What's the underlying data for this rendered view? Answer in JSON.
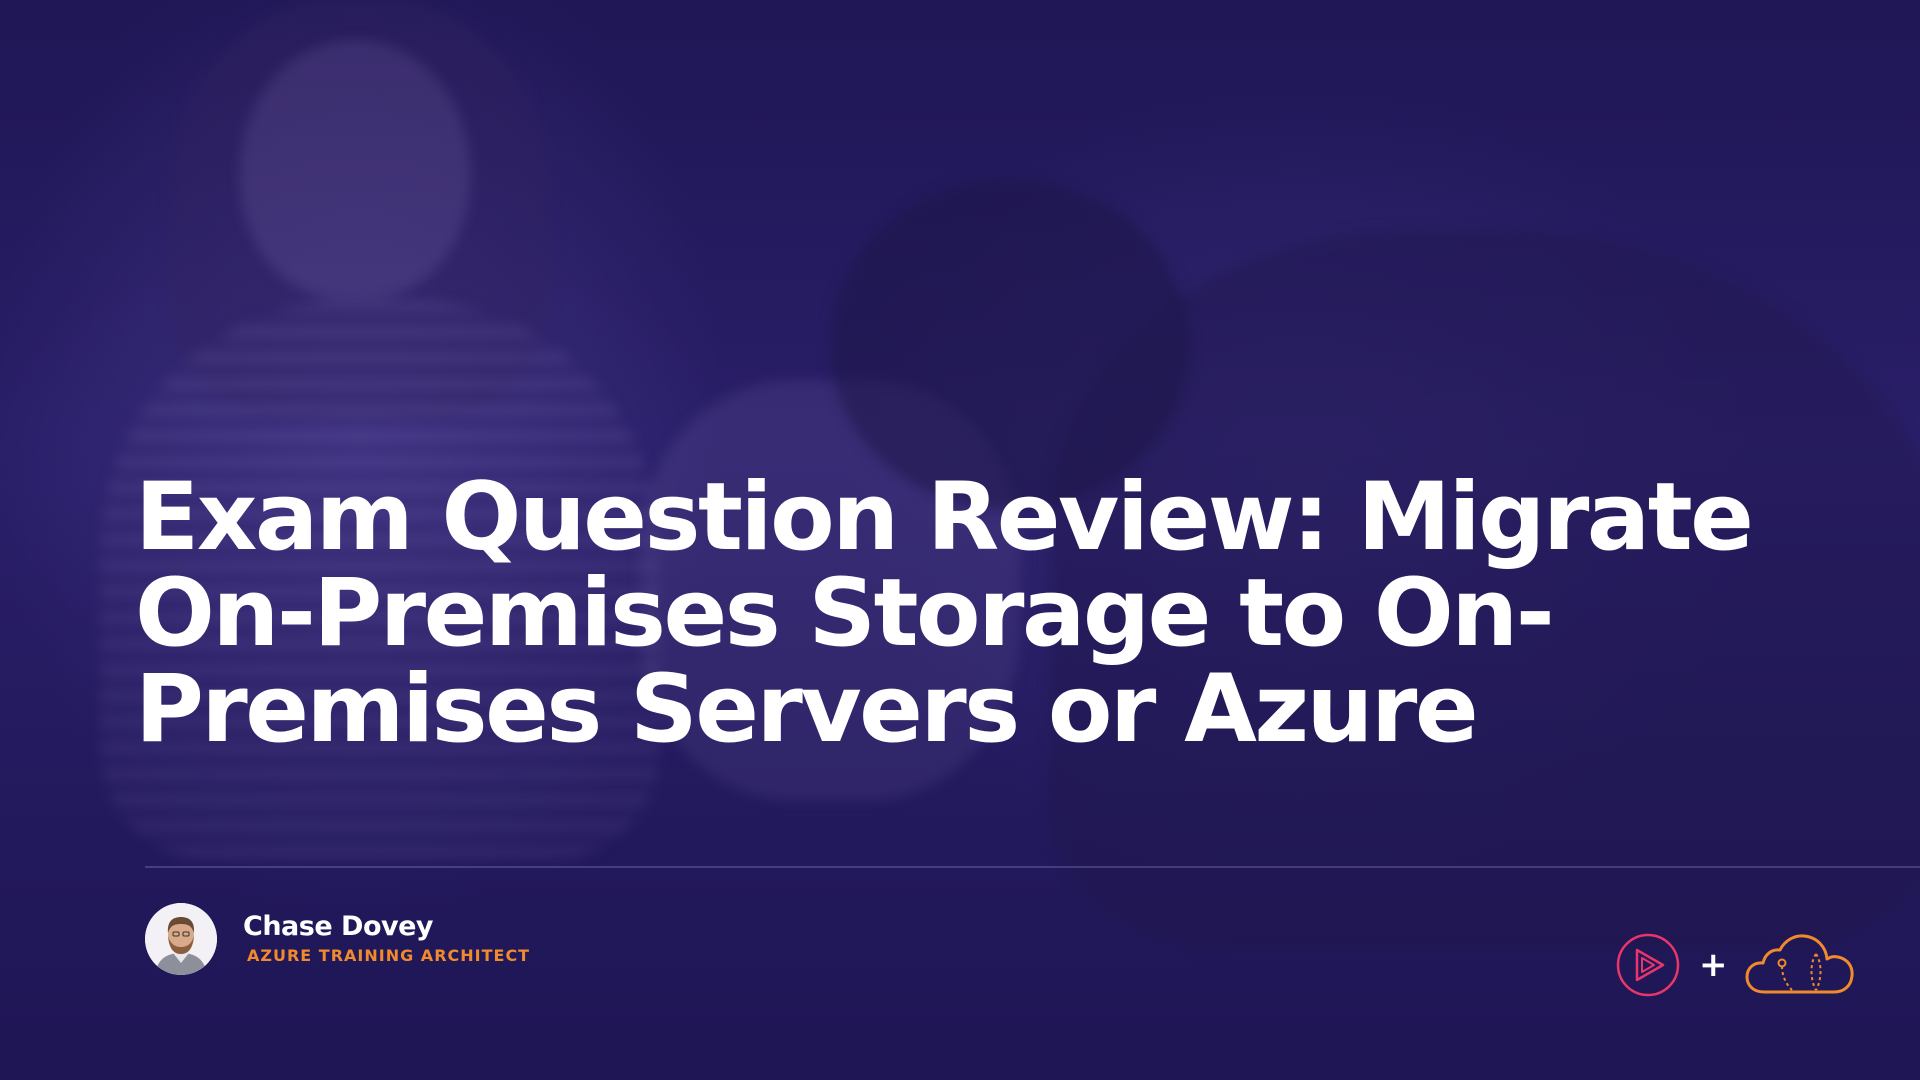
{
  "slide": {
    "title": "Exam Question Review: Migrate On-Premises Storage to On-Premises Servers or Azure"
  },
  "author": {
    "name": "Chase Dovey",
    "role": "AZURE TRAINING ARCHITECT",
    "avatar_icon": "person-avatar"
  },
  "logos": {
    "left_icon": "play-triangle-icon",
    "separator": "+",
    "right_icon": "cloud-icon"
  },
  "colors": {
    "background": "#241a5e",
    "title": "#ffffff",
    "role_accent": "#f08a2c",
    "play_logo": "#e8356a",
    "cloud_logo": "#f08a2c"
  }
}
